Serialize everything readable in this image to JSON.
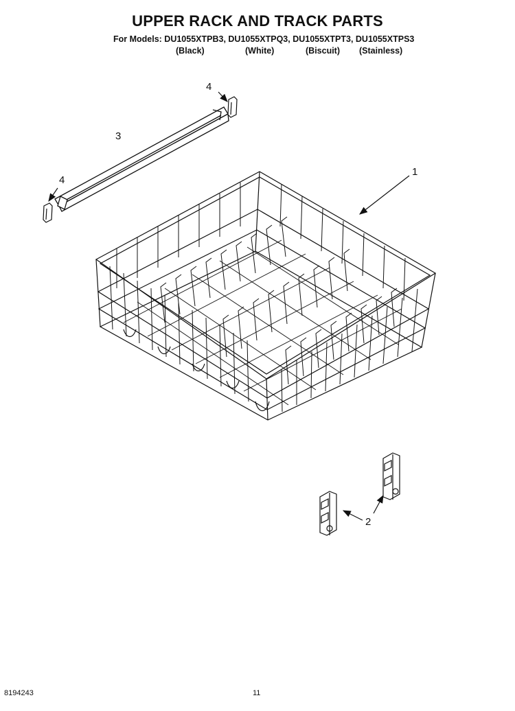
{
  "header": {
    "title": "UPPER RACK AND TRACK PARTS",
    "models_line": "For Models: DU1055XTPB3, DU1055XTPQ3, DU1055XTPT3, DU1055XTPS3",
    "variants": [
      "(Black)",
      "(White)",
      "(Biscuit)",
      "(Stainless)"
    ]
  },
  "callouts": {
    "rack": "1",
    "stop_clips": "2",
    "track": "3",
    "end_cap_top": "4",
    "end_cap_left": "4"
  },
  "footer": {
    "doc_number": "8194243",
    "page_number": "11"
  }
}
